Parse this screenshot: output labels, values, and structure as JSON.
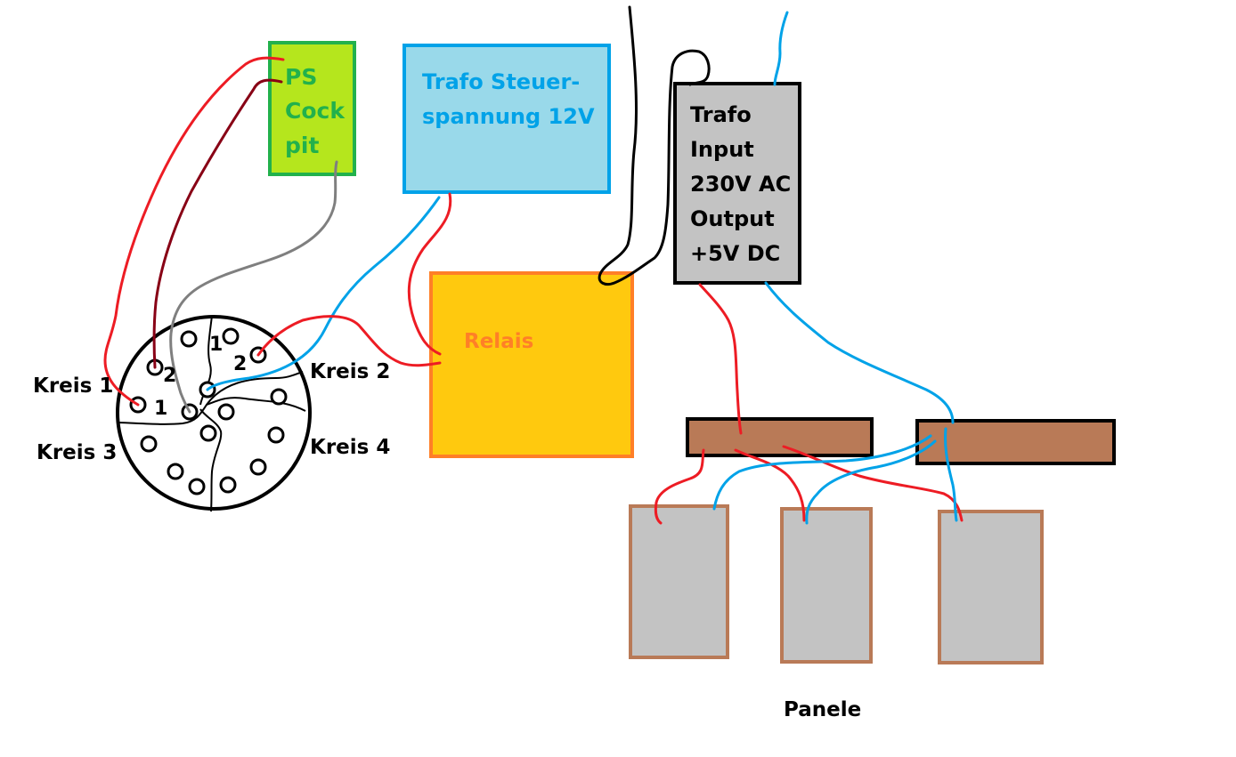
{
  "labels": {
    "ps_cockpit": [
      "PS",
      "Cock",
      "pit"
    ],
    "trafo_steuer": [
      "Trafo Steuer-",
      "spannung 12V"
    ],
    "trafo_input": [
      "Trafo",
      "Input",
      "230V AC",
      "Output",
      "+5V DC"
    ],
    "relais": "Relais",
    "panele": "Panele",
    "kreis_1": "Kreis 1",
    "kreis_2": "Kreis 2",
    "kreis_3": "Kreis 3",
    "kreis_4": "Kreis 4",
    "pin_1_left": "1",
    "pin_2_left": "2",
    "pin_1_top": "1",
    "pin_2_top": "2"
  },
  "colors": {
    "ps_fill": "#b5e61d",
    "ps_border": "#22b14c",
    "ps_text": "#22b14c",
    "trafo_steuer_fill": "#99d9ea",
    "trafo_steuer_border": "#00a2e8",
    "trafo_steuer_text": "#00a2e8",
    "relais_fill": "#ffc90e",
    "relais_border": "#ff7f27",
    "relais_text": "#ff7f27",
    "trafo_input_fill": "#c3c3c3",
    "trafo_input_border": "#000000",
    "bar_fill": "#b97a57",
    "panel_fill": "#c3c3c3",
    "panel_border": "#b97a57",
    "wire_red": "#ed1c24",
    "wire_darkred": "#880015",
    "wire_blue": "#00a2e8",
    "wire_gray": "#7f7f7f",
    "wire_black": "#000000"
  }
}
